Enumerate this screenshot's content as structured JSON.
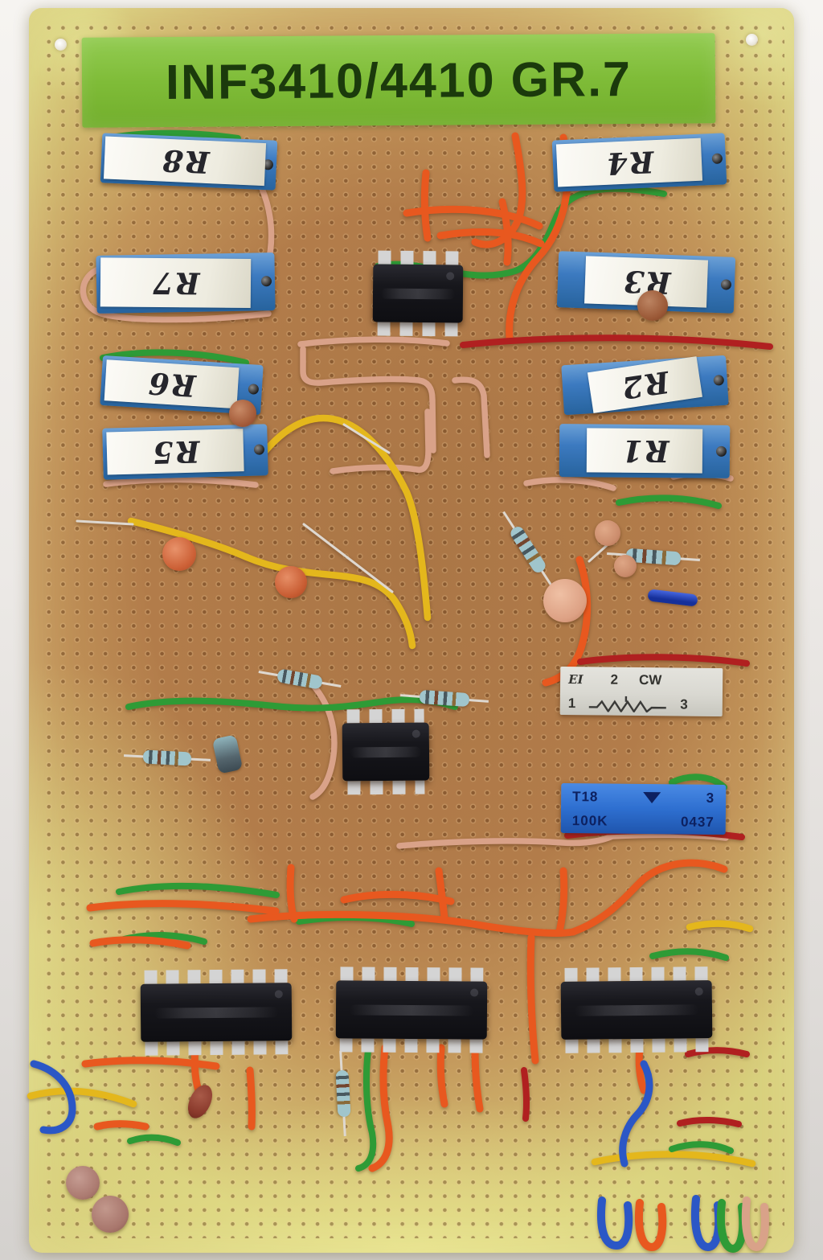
{
  "scene": {
    "type": "photograph",
    "subject": "hand-built prototype circuit on perfboard with trimmer potentiometers, DIP ICs, resistors, ceramic capacitors and colored jumper wires"
  },
  "board": {
    "title_label": "INF3410/4410 GR.7",
    "trimmers_left": [
      "R8",
      "R7",
      "R6",
      "R5"
    ],
    "trimmers_right": [
      "R4",
      "R3",
      "R2",
      "R1"
    ],
    "white_trimmer": {
      "brand": "EI",
      "wiper_terminal": "2",
      "direction": "CW",
      "terminal_a": "1",
      "terminal_b": "3"
    },
    "blue_trimmer": {
      "model": "T18",
      "terminal": "3",
      "value": "100K",
      "code": "0437"
    },
    "ic_counts": {
      "dip8": 2,
      "dip14": 3
    }
  },
  "colors": {
    "board-edge": "#d5cd7b",
    "board-face": "#b27c4a",
    "label-green": "#7fbc38",
    "label-text": "#1b3a0c",
    "trimmer-blue": "#3c7ac0",
    "sticker-white": "#f4f2ea",
    "ink": "#26262c",
    "ic-black": "#17171c",
    "pin-silver": "#d4d4d4",
    "wire-orange": "#e8581f",
    "wire-green": "#2e9b36",
    "wire-yellow": "#e4b71c",
    "wire-red": "#b02020",
    "wire-blue": "#2b57c6",
    "wire-salmon": "#d9a289",
    "wire-silver": "#ded8d0",
    "resistor-body": "#a0c5cc",
    "white-trimmer-face": "#d9d8d1",
    "blue-trimmer-face": "#2e6fd0",
    "blue-trimmer-text": "#0d2160"
  }
}
